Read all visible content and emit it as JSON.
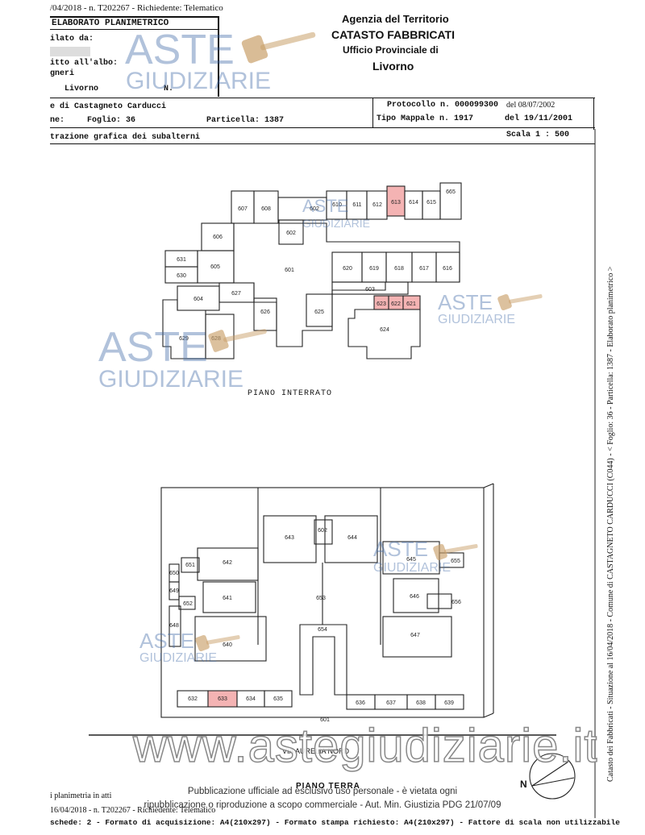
{
  "header": {
    "top_line": "/04/2018 - n. T202267 - Richiedente: Telematico",
    "form_title": "ELABORATO PLANIMETRICO",
    "compiled_by": "ilato da:",
    "registered": "itto all'albo:",
    "registered2": "gneri",
    "province": "Livorno",
    "number_label": "N.",
    "agency": "Agenzia del Territorio",
    "catasto": "CATASTO FABBRICATI",
    "office": "Ufficio Provinciale di",
    "city": "Livorno",
    "comune": "e di Castagneto Carducci",
    "sezione": "ne:",
    "foglio": "Foglio: 36",
    "particella": "Particella: 1387",
    "protocollo": "Protocollo n. 000099300",
    "protocollo_date": "del 08/07/2002",
    "tipo_mappale": "Tipo Mappale n. 1917",
    "tipo_date": "del 19/11/2001",
    "subalterni": "trazione grafica dei subalterni",
    "scala": "Scala 1 : 500"
  },
  "plan": {
    "interrato_label": "PIANO INTERRATO",
    "terra_label": "PIANO TERRA",
    "street": "VIA AURELIA NORD",
    "north": "N",
    "interrato_units": [
      "607",
      "608",
      "602",
      "610",
      "611",
      "612",
      "613",
      "614",
      "615",
      "665",
      "606",
      "602",
      "631",
      "605",
      "630",
      "601",
      "620",
      "619",
      "618",
      "617",
      "616",
      "603",
      "627",
      "604",
      "626",
      "625",
      "623",
      "622",
      "621",
      "629",
      "628",
      "624"
    ],
    "terra_units": [
      "643",
      "602",
      "644",
      "651",
      "642",
      "645",
      "655",
      "650",
      "649",
      "641",
      "653",
      "646",
      "652",
      "656",
      "648",
      "654",
      "640",
      "647",
      "632",
      "633",
      "634",
      "635",
      "636",
      "637",
      "638",
      "639",
      "601"
    ]
  },
  "side_text": "Catasto dei Fabbricati - Situazione al 16/04/2018 - Comune di CASTAGNETO CARDUCCI (C044) - < Foglio: 36 - Particella: 1387 - Elaborato planimetrico >",
  "footer": {
    "planimetria": "i planimetria in atti",
    "line1": "16/04/2018 - n. T202267 - Richiedente: Telematico",
    "line2": "schede: 2 - Formato di acquisizione: A4(210x297) - Formato stampa richiesto: A4(210x297) - Fattore di scala non utilizzabile",
    "notice1": "Pubblicazione ufficiale ad esclusivo uso personale - è vietata ogni",
    "notice2": "ripubblicazione o riproduzione a scopo commerciale - Aut. Min. Giustizia PDG 21/07/09"
  },
  "watermark": {
    "aste": "ASTE",
    "giudiziarie": "GIUDIZIARIE",
    "site": "www.astegiudiziarie.it"
  },
  "colors": {
    "highlight": "#f4b3b3",
    "watermark": "#5b86bf"
  }
}
